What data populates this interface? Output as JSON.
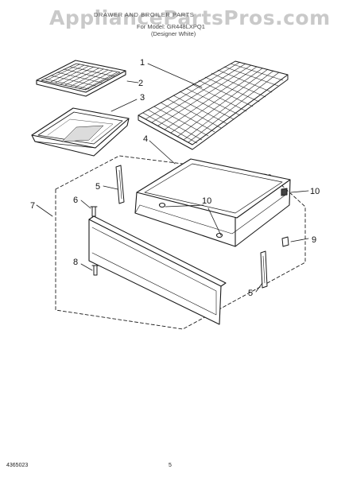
{
  "watermark": "AppliancePartsPros.com",
  "header": {
    "title": "DRAWER AND BROILER PARTS",
    "model": "For Model: GR448LXPQ1",
    "color": "(Designer White)"
  },
  "callouts": {
    "c1": "1",
    "c2": "2",
    "c3": "3",
    "c4": "4",
    "c5a": "5",
    "c5b": "5",
    "c6": "6",
    "c7": "7",
    "c8": "8",
    "c9": "9",
    "c10a": "10",
    "c10b": "10"
  },
  "footer": {
    "doc_number": "4365023",
    "page_number": "5"
  }
}
